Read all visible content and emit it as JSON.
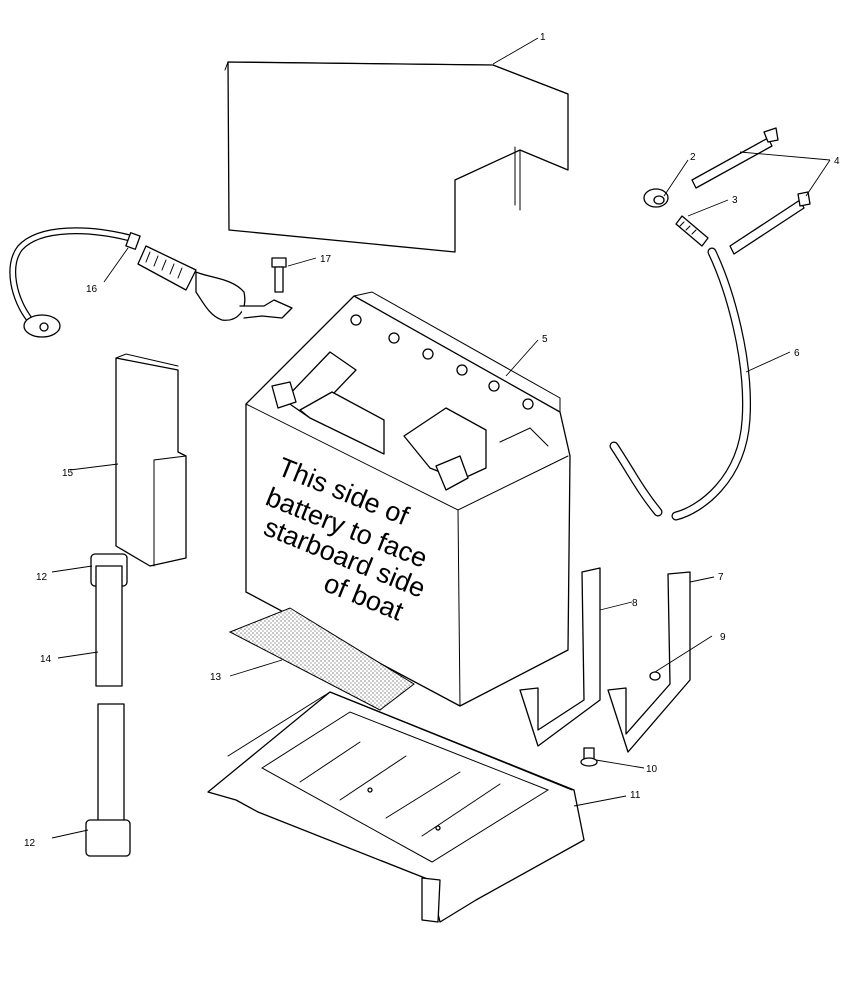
{
  "callouts": [
    {
      "id": "1",
      "part": "battery cover"
    },
    {
      "id": "2",
      "part": "nut"
    },
    {
      "id": "3",
      "part": "connector"
    },
    {
      "id": "4",
      "part": "vent fitting"
    },
    {
      "id": "5",
      "part": "battery"
    },
    {
      "id": "6",
      "part": "vent hose"
    },
    {
      "id": "7",
      "part": "bracket"
    },
    {
      "id": "8",
      "part": "bracket"
    },
    {
      "id": "9",
      "part": "screw"
    },
    {
      "id": "10",
      "part": "screw"
    },
    {
      "id": "11",
      "part": "battery tray"
    },
    {
      "id": "12",
      "part": "strap buckle"
    },
    {
      "id": "13",
      "part": "pad"
    },
    {
      "id": "14",
      "part": "strap"
    },
    {
      "id": "15",
      "part": "foam block"
    },
    {
      "id": "16",
      "part": "cable"
    },
    {
      "id": "17",
      "part": "bolt"
    }
  ],
  "note_lines": [
    "This side of",
    "battery to face",
    "starboard side",
    "of boat"
  ],
  "colors": {
    "line": "#000000",
    "background": "#ffffff",
    "pad_stipple": "#888888"
  }
}
